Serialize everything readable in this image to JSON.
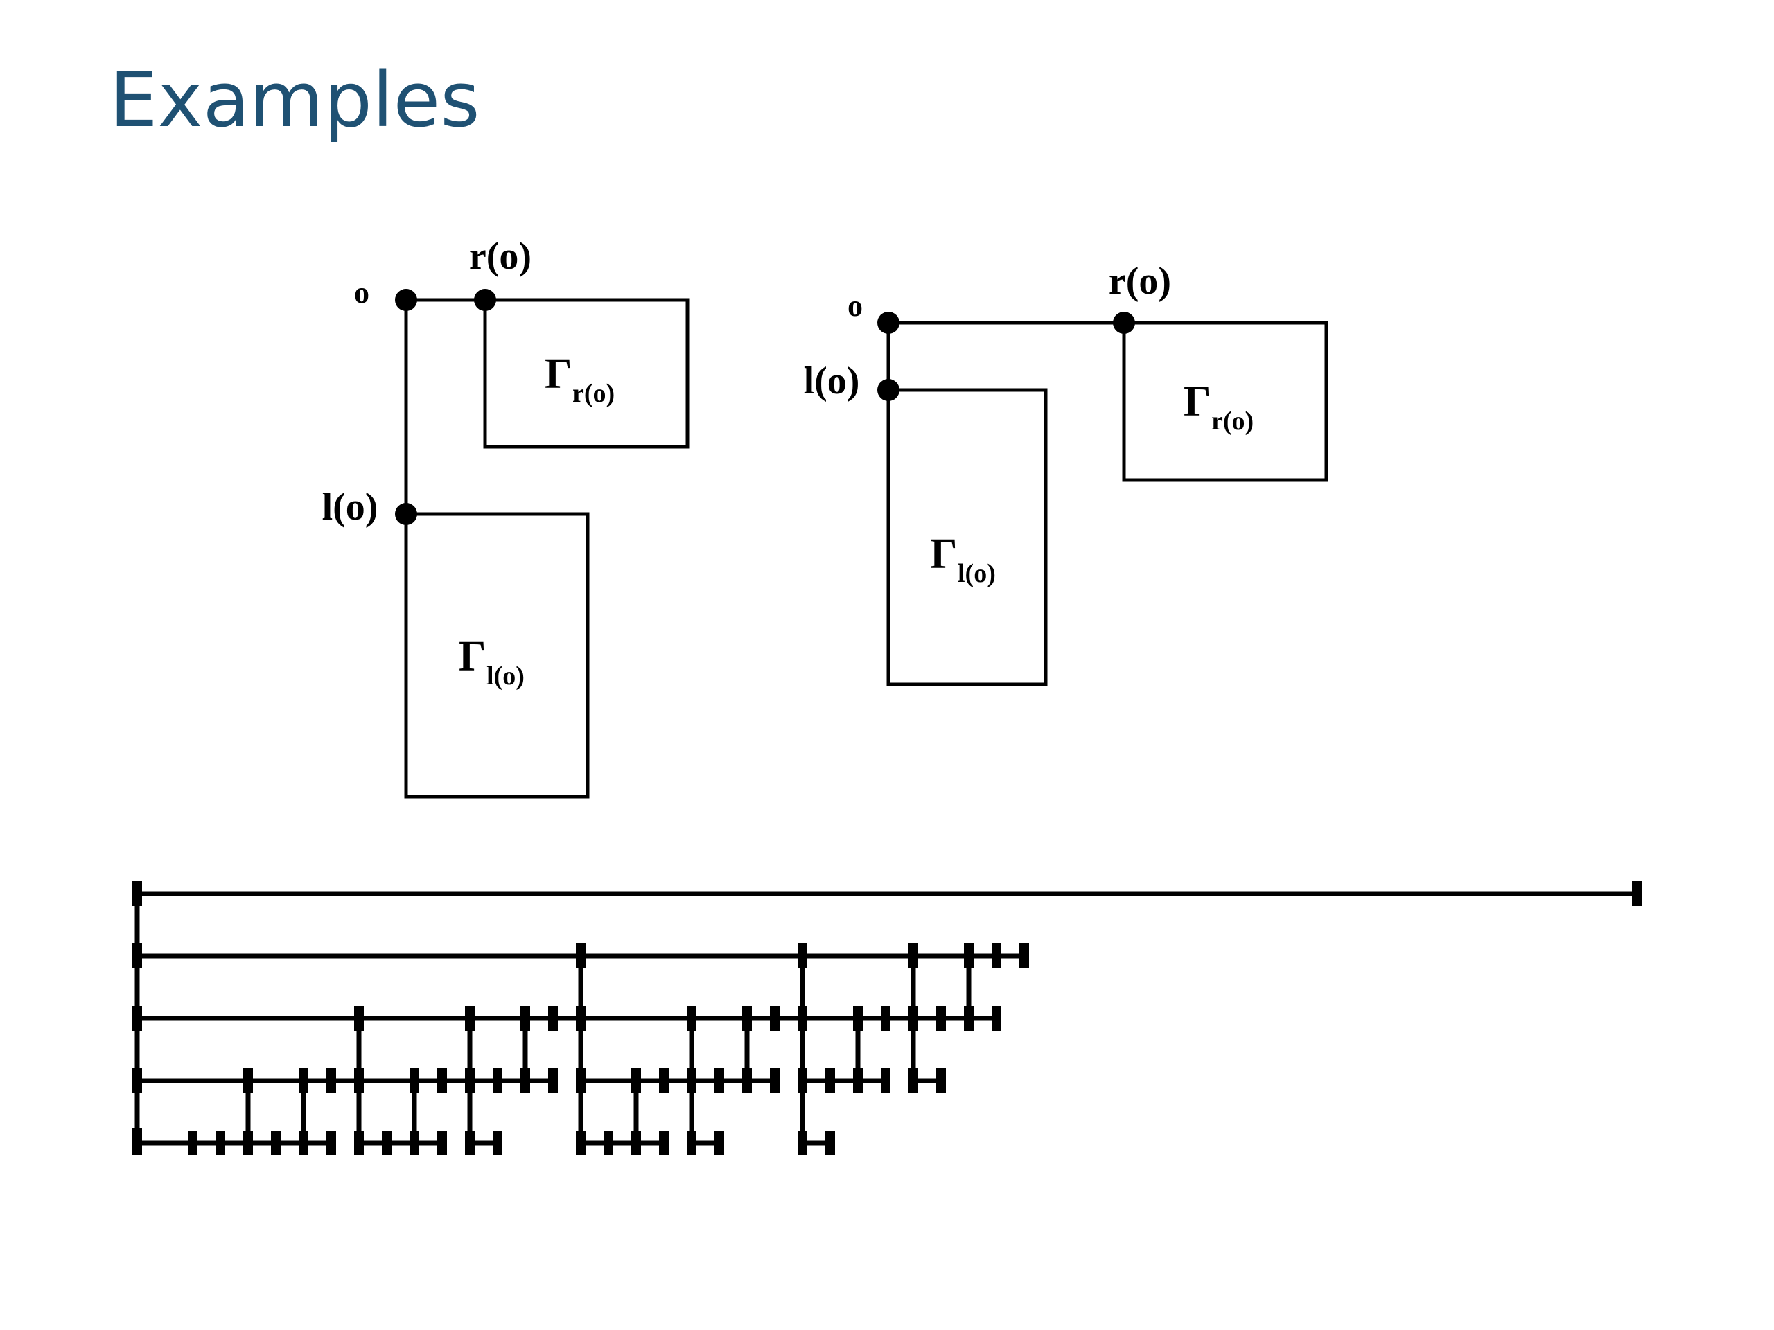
{
  "slide": {
    "title": "Examples"
  },
  "diagram_left": {
    "root_label": "o",
    "right_child_label": "r(o)",
    "left_child_label": "l(o)",
    "right_subtree": {
      "symbol": "Γ",
      "subscript": "r(o)"
    },
    "left_subtree": {
      "symbol": "Γ",
      "subscript": "l(o)"
    }
  },
  "diagram_right": {
    "root_label": "o",
    "right_child_label": "r(o)",
    "left_child_label": "l(o)",
    "right_subtree": {
      "symbol": "Γ",
      "subscript": "r(o)"
    },
    "left_subtree": {
      "symbol": "Γ",
      "subscript": "l(o)"
    }
  },
  "line_color": "#000000",
  "title_color": "#1f5173"
}
